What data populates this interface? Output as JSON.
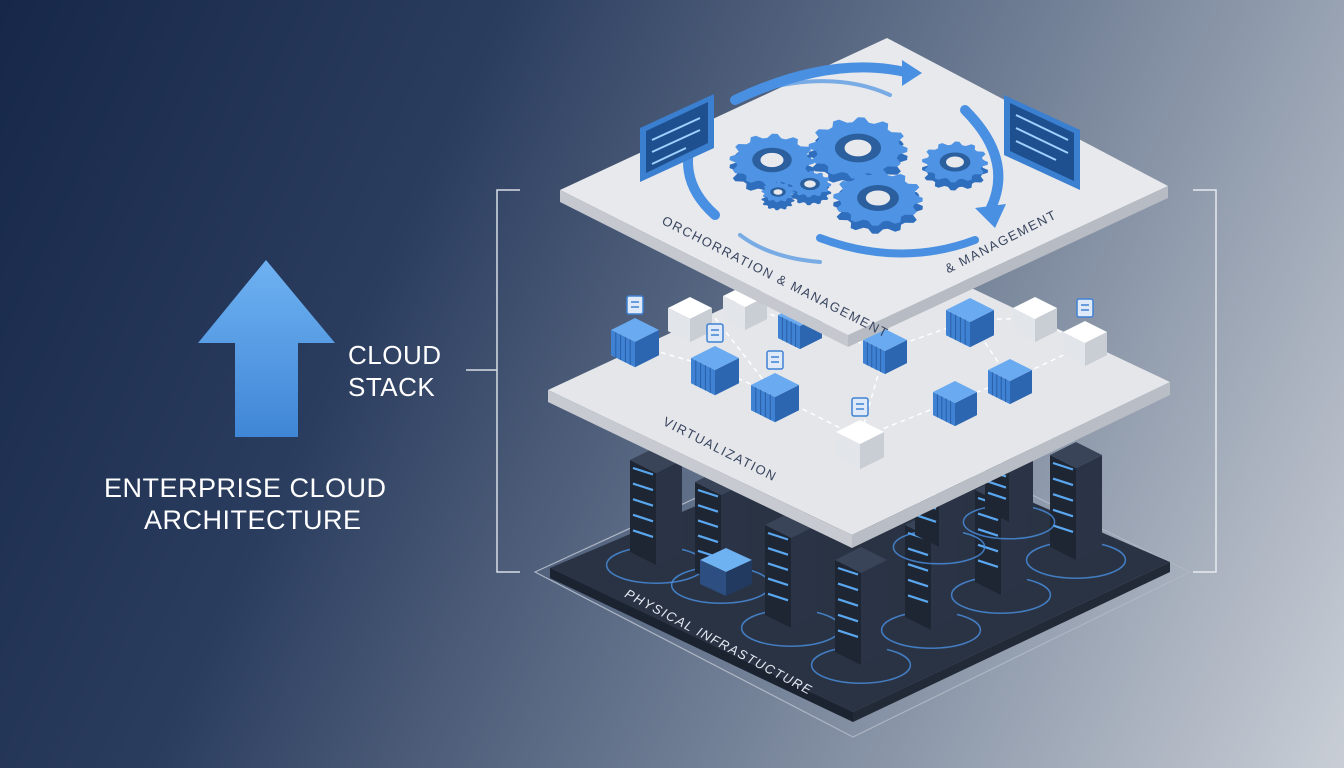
{
  "diagram": {
    "title_line1": "ENTERPRISE CLOUD",
    "title_line2": "ARCHITECTURE",
    "stack_line1": "CLOUD",
    "stack_line2": "STACK",
    "layers": {
      "top_label_left": "ORCHORRATION & MANAGEMENT",
      "top_label_right": "& MANAGEMENT",
      "middle_label": "VIRTUALIZATION",
      "bottom_label": "PHYSICAL INFRASTUCTURE"
    },
    "icons": [
      "up-arrow-icon",
      "gear-icon",
      "circular-arrow-icon",
      "dashboard-panel-icon",
      "container-cube-icon",
      "server-rack-icon",
      "wifi-icon",
      "document-icon",
      "lock-icon"
    ],
    "colors": {
      "accent": "#4a90e2",
      "accent_dark": "#2f6dbd",
      "platform_light": "#e6e8ec",
      "platform_dark": "#2a3344",
      "server": "#1f2633"
    }
  }
}
